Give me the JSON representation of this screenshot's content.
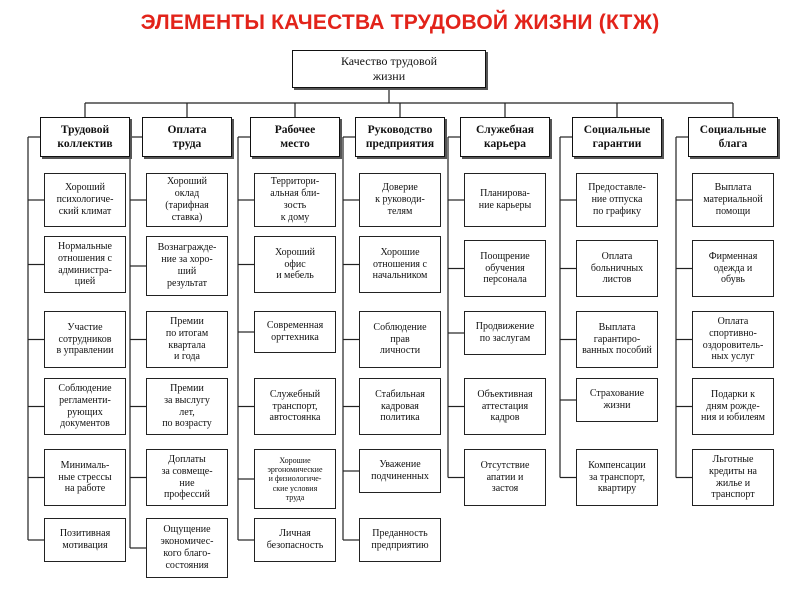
{
  "title": "ЭЛЕМЕНТЫ КАЧЕСТВА ТРУДОВОЙ ЖИЗНИ (КТЖ)",
  "root": "Качество трудовой\nжизни",
  "columns": [
    {
      "header": "Трудовой\nколлектив",
      "items": [
        "Хороший\nпсихологиче-\nский климат",
        "Нормальные\nотношения с\nадминистра-\nцией",
        "Участие\nсотрудников\nв управлении",
        "Соблюдение\nрегламенти-\nрующих\nдокументов",
        "Минималь-\nные стрессы\nна работе",
        "Позитивная\nмотивация"
      ]
    },
    {
      "header": "Оплата\nтруда",
      "items": [
        "Хороший\nоклад\n(тарифная\nставка)",
        "Вознагражде-\nние за хоро-\nший\nрезультат",
        "Премии\nпо итогам\nквартала\nи года",
        "Премии\nза выслугу\nлет,\nпо возрасту",
        "Доплаты\nза совмеще-\nние\nпрофессий",
        "Ощущение\nэкономичес-\nкого благо-\nсостояния"
      ]
    },
    {
      "header": "Рабочее\nместо",
      "items": [
        "Территори-\nальная бли-\nзость\nк дому",
        "Хороший\nофис\nи мебель",
        "Современная\nоргтехника",
        "Служебный\nтранспорт,\nавтостоянка",
        "Хорошие\nэргономические\nи физиологиче-\nские условия\nтруда",
        "Личная\nбезопасность"
      ]
    },
    {
      "header": "Руководство\nпредприятия",
      "items": [
        "Доверие\nк руководи-\nтелям",
        "Хорошие\nотношения с\nначальником",
        "Соблюдение\nправ\nличности",
        "Стабильная\nкадровая\nполитика",
        "Уважение\nподчиненных",
        "Преданность\nпредприятию"
      ]
    },
    {
      "header": "Служебная\nкарьера",
      "items": [
        "Планирова-\nние карьеры",
        "Поощрение\nобучения\nперсонала",
        "Продвижение\nпо заслугам",
        "Объективная\nаттестация\nкадров",
        "Отсутствие\nапатии и\nзастоя"
      ]
    },
    {
      "header": "Социальные\nгарантии",
      "items": [
        "Предоставле-\nние отпуска\nпо графику",
        "Оплата\nбольничных\nлистов",
        "Выплата\nгарантиро-\nванных пособий",
        "Страхование\nжизни",
        "Компенсации\nза транспорт,\nквартиру"
      ]
    },
    {
      "header": "Социальные\nблага",
      "items": [
        "Выплата\nматериальной\nпомощи",
        "Фирменная\nодежда и\nобувь",
        "Оплата\nспортивно-\nоздоровитель-\nных услуг",
        "Подарки к\nдням рожде-\nния и юбилеям",
        "Льготные\nкредиты на\nжилье и\nтранспорт"
      ]
    }
  ]
}
